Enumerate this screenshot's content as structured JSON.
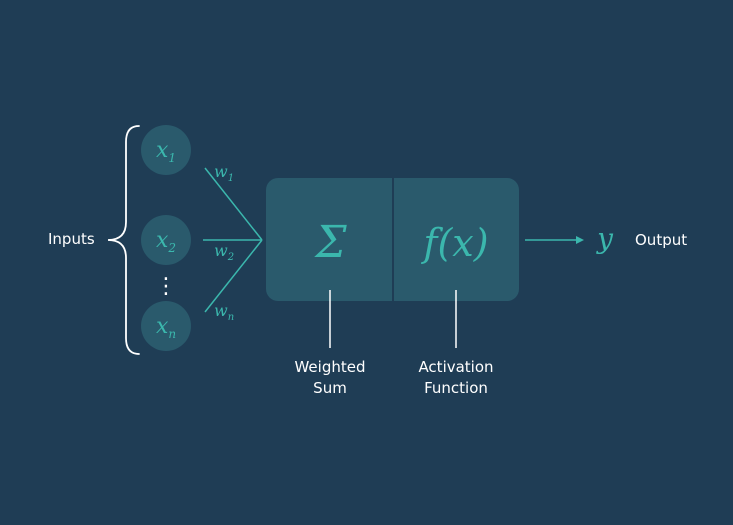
{
  "labels": {
    "inputs": "Inputs",
    "output": "Output",
    "weighted_sum_line1": "Weighted",
    "weighted_sum_line2": "Sum",
    "activation_line1": "Activation",
    "activation_line2": "Function"
  },
  "inputs": [
    {
      "symbol": "x",
      "subscript": "1"
    },
    {
      "symbol": "x",
      "subscript": "2"
    },
    {
      "symbol": "x",
      "subscript": "n"
    }
  ],
  "weights": [
    {
      "symbol": "w",
      "subscript": "1"
    },
    {
      "symbol": "w",
      "subscript": "2"
    },
    {
      "symbol": "w",
      "subscript": "n"
    }
  ],
  "ellipsis": "⋮",
  "sum_symbol": "Σ",
  "activation_symbol": "f(x)",
  "output_symbol": "y",
  "colors": {
    "background": "#1f3d55",
    "node_fill": "#2a5a6c",
    "box_fill": "#2a5a6c",
    "accent": "#3bb7ad",
    "text": "#ffffff"
  }
}
